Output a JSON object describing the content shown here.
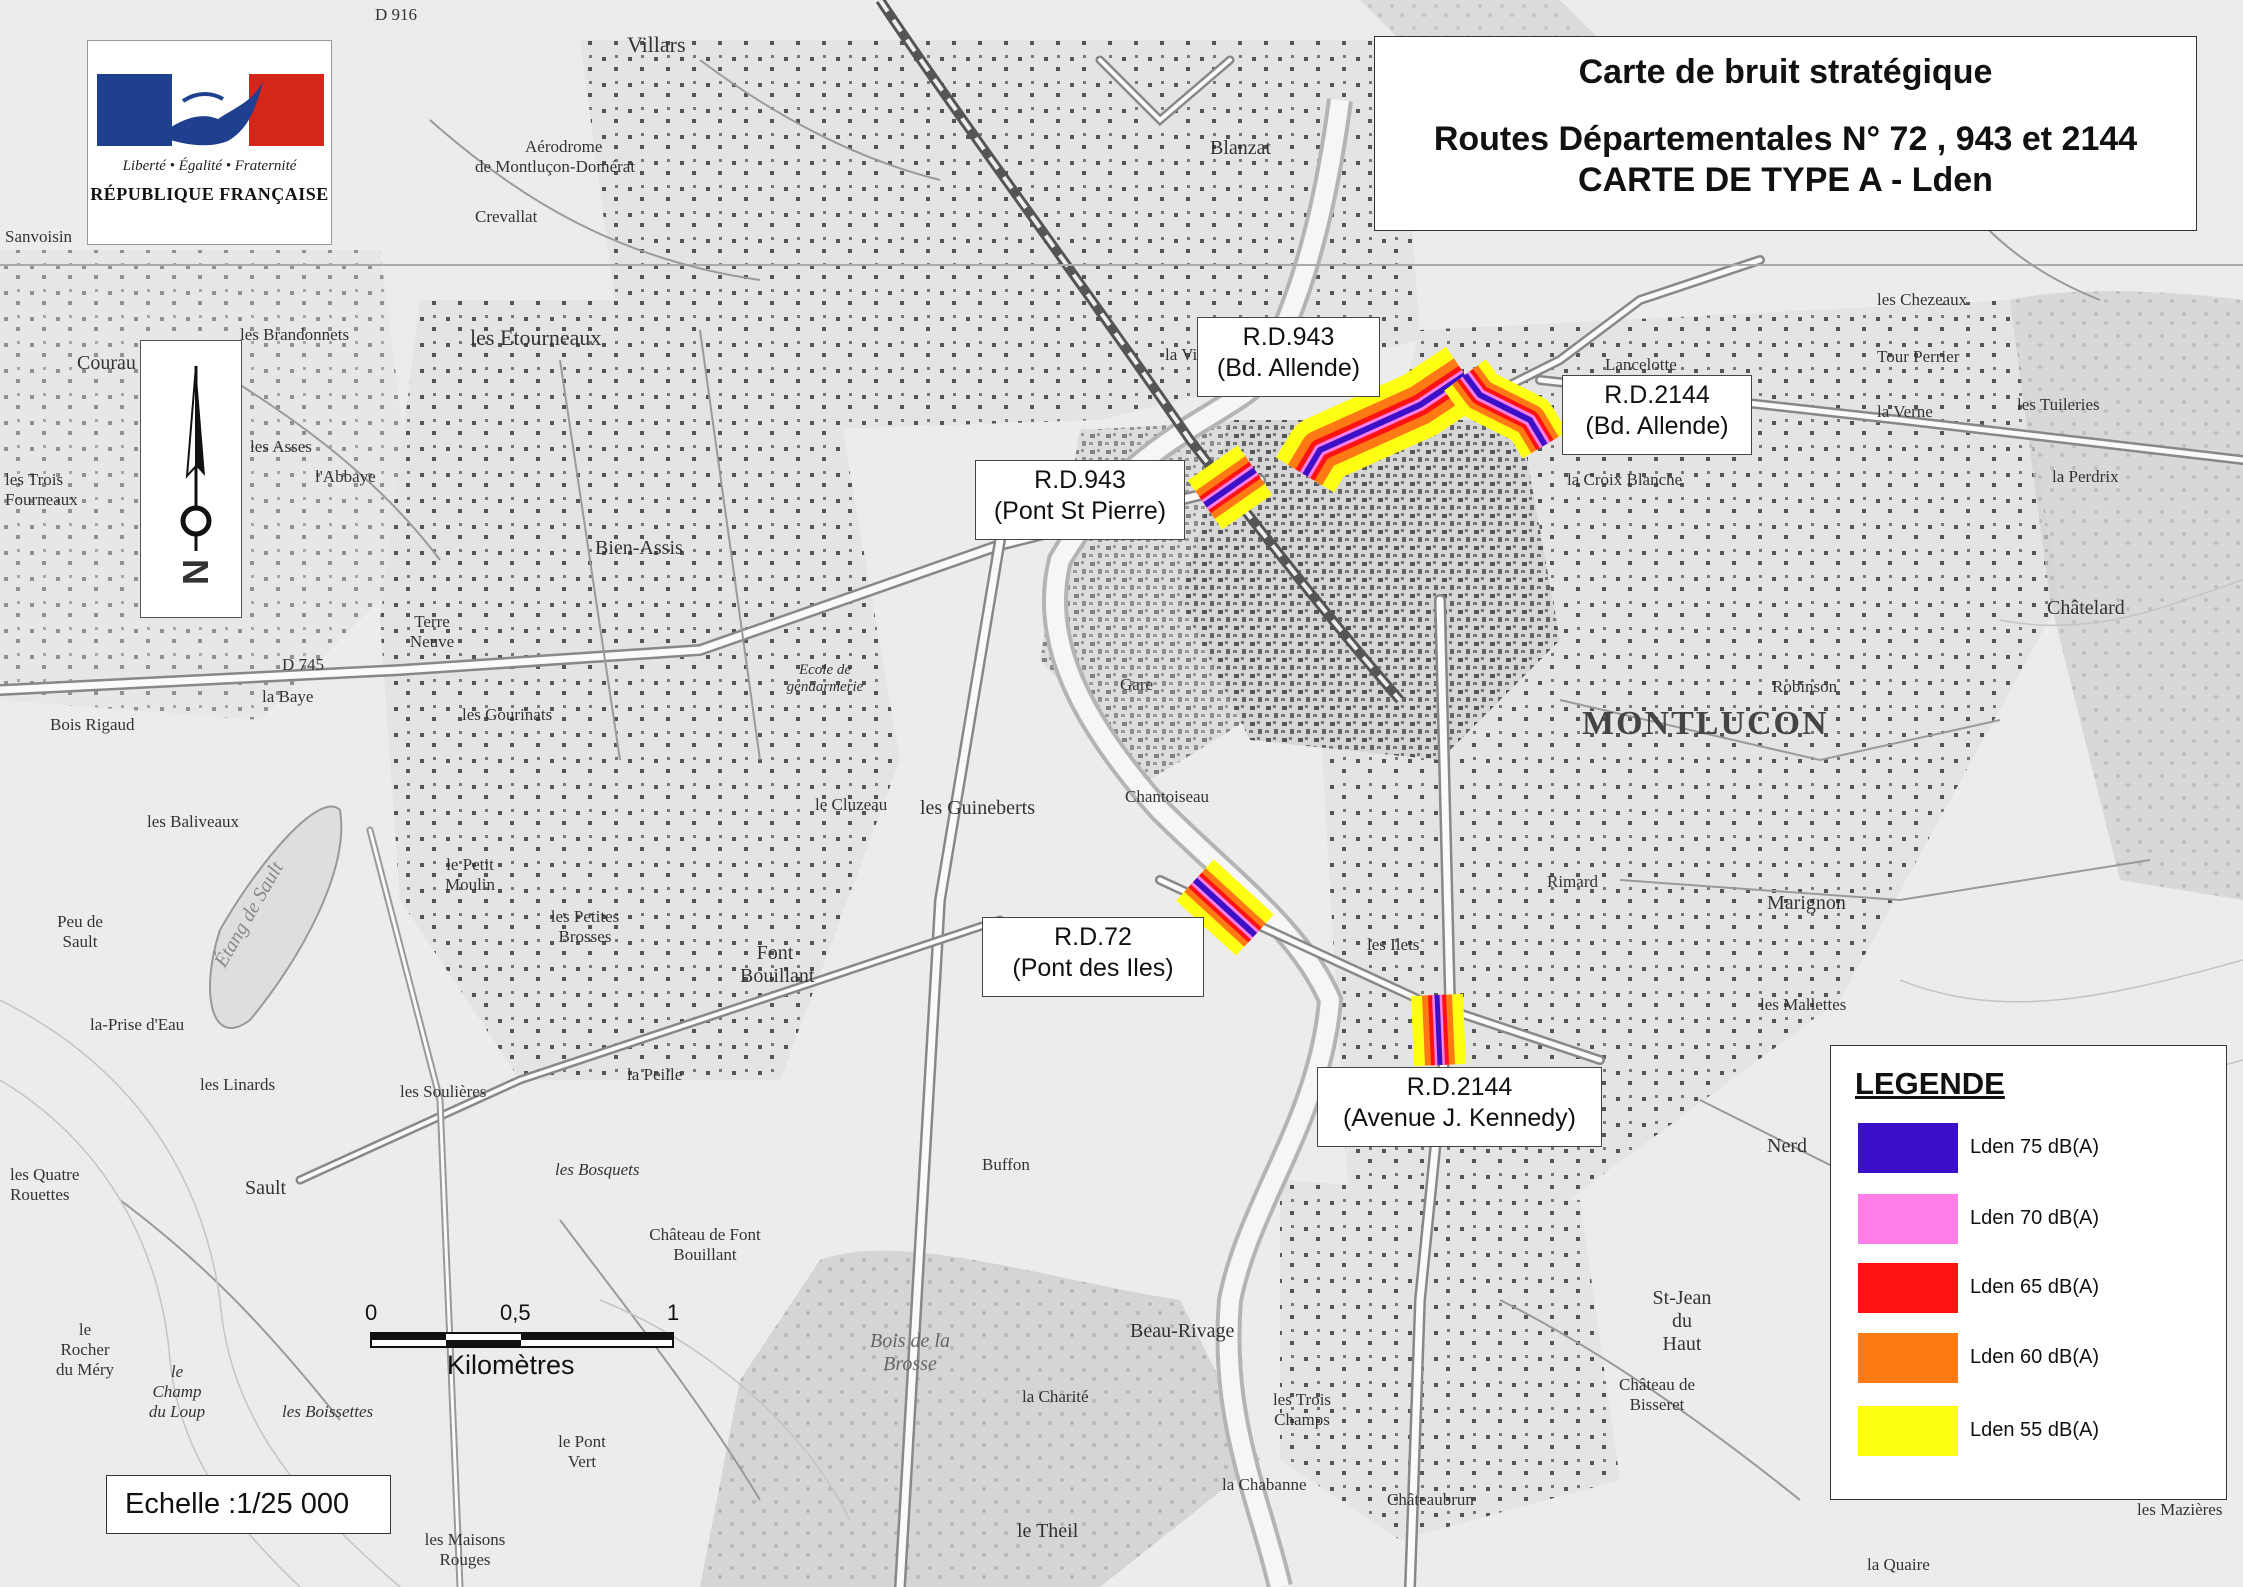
{
  "title": {
    "line1": "Carte de bruit stratégique",
    "line2": "Routes Départementales N° 72 , 943 et 2144",
    "line3": "CARTE DE TYPE A - Lden"
  },
  "logo": {
    "motto": "Liberté • Égalité • Fraternité",
    "republic": "RÉPUBLIQUE FRANÇAISE",
    "colors": {
      "blue": "#1f3f8f",
      "red": "#d5261c"
    }
  },
  "north_arrow": {
    "letter": "N"
  },
  "road_labels": [
    {
      "line1": "R.D.943",
      "line2": "(Bd. Allende)"
    },
    {
      "line1": "R.D.943",
      "line2": "(Pont St Pierre)"
    },
    {
      "line1": "R.D.2144",
      "line2": "(Bd. Allende)"
    },
    {
      "line1": "R.D.72",
      "line2": "(Pont des Iles)"
    },
    {
      "line1": "R.D.2144",
      "line2": "(Avenue J. Kennedy)"
    }
  ],
  "legend": {
    "title": "LEGENDE",
    "items": [
      {
        "label": "Lden 75 dB(A)",
        "color": "#3a10c8"
      },
      {
        "label": "Lden 70 dB(A)",
        "color": "#ff7ee8"
      },
      {
        "label": "Lden 65 dB(A)",
        "color": "#ff1212"
      },
      {
        "label": "Lden 60 dB(A)",
        "color": "#ff7a14"
      },
      {
        "label": "Lden 55 dB(A)",
        "color": "#ffff14"
      }
    ]
  },
  "scale_bar": {
    "tick0": "0",
    "tick1": "0,5",
    "tick2": "1",
    "unit": "Kilomètres"
  },
  "scale_text": "Echelle :1/25 000",
  "places": {
    "montlucon": "MONTLUCON",
    "villars": "Villars",
    "aerodrome1": "Aérodrome",
    "aerodrome2": "de Montluçon-Domérat",
    "crevallat": "Crevallat",
    "blanzat": "Blanzat",
    "etourneaux": "les Etourneaux",
    "brandonnets": "les Brandonnets",
    "asses": "les Asses",
    "abbaye": "l'Abbaye",
    "bien_assis": "Bien-Assis",
    "terre_neuve": "Terre Neuve",
    "la_baye": "la Baye",
    "bois_rigaud": "Bois Rigaud",
    "gourinats": "les Gourinats",
    "baliveaux": "les Baliveaux",
    "petit_moulin": "le Petit Moulin",
    "petites_brosses": "les Petites Brosses",
    "cluzeau": "le Cluzeau",
    "guineberts": "les Guineberts",
    "chantoiseau": "Chantoiseau",
    "font_bouillant": "Font Bouillant",
    "buffon": "Buffon",
    "bosquets": "les Bosquets",
    "sault": "Sault",
    "la_peille": "la Peille",
    "soulieres": "les Soulières",
    "linards": "les Linards",
    "beau_rivage": "Beau-Rivage",
    "la_charite": "la Charité",
    "trois_champs": "les Trois Champs",
    "chabanne": "la Chabanne",
    "chateaubrun": "Châteaubrun",
    "le_theil": "le Theil",
    "pont_vert": "le Pont Vert",
    "maisons_rouges": "les Maisons Rouges",
    "boissettes": "les Boissettes",
    "ilets": "les Ilets",
    "rimard": "Rimard",
    "marignon": "Marignon",
    "mallettes": "les Mallettes",
    "st_jean": "St-Jean du Haut",
    "bisseret": "Château de Bisseret",
    "chezeaux": "les Chezeaux",
    "lancelotte": "Lancelotte",
    "croix_blanche": "la Croix Blanche",
    "tuileries": "les Tuileries",
    "perdrix": "la Perdrix",
    "chatelard": "Châtelard",
    "robinson": "Robinson",
    "la_verne": "la Verne",
    "tour_perrier": "Tour Perrier",
    "mazieres": "les Mazières",
    "la_quaire": "la Quaire",
    "nerd": "Nerd",
    "courau": "Courau",
    "sanvoisin": "Sanvoisin",
    "trois_fourneaux": "les Trois Fourneaux",
    "quatre_rouettes": "les Quatre Rouettes",
    "rocher_mery": "le Rocher du Méry",
    "champ_loup": "le Champ du Loup",
    "peu_sault": "Peu de Sault",
    "prise_eau": "la-Prise d'Eau",
    "etang_sault": "Étang de Sault",
    "bois_brosse": "Bois de la Brosse",
    "chateau_fb": "Château de Font Bouillant",
    "la_ville": "la Ville",
    "gare": "Gare",
    "ecole": "Ecole de gendarmerie",
    "d745": "D 745",
    "d916": "D 916"
  }
}
